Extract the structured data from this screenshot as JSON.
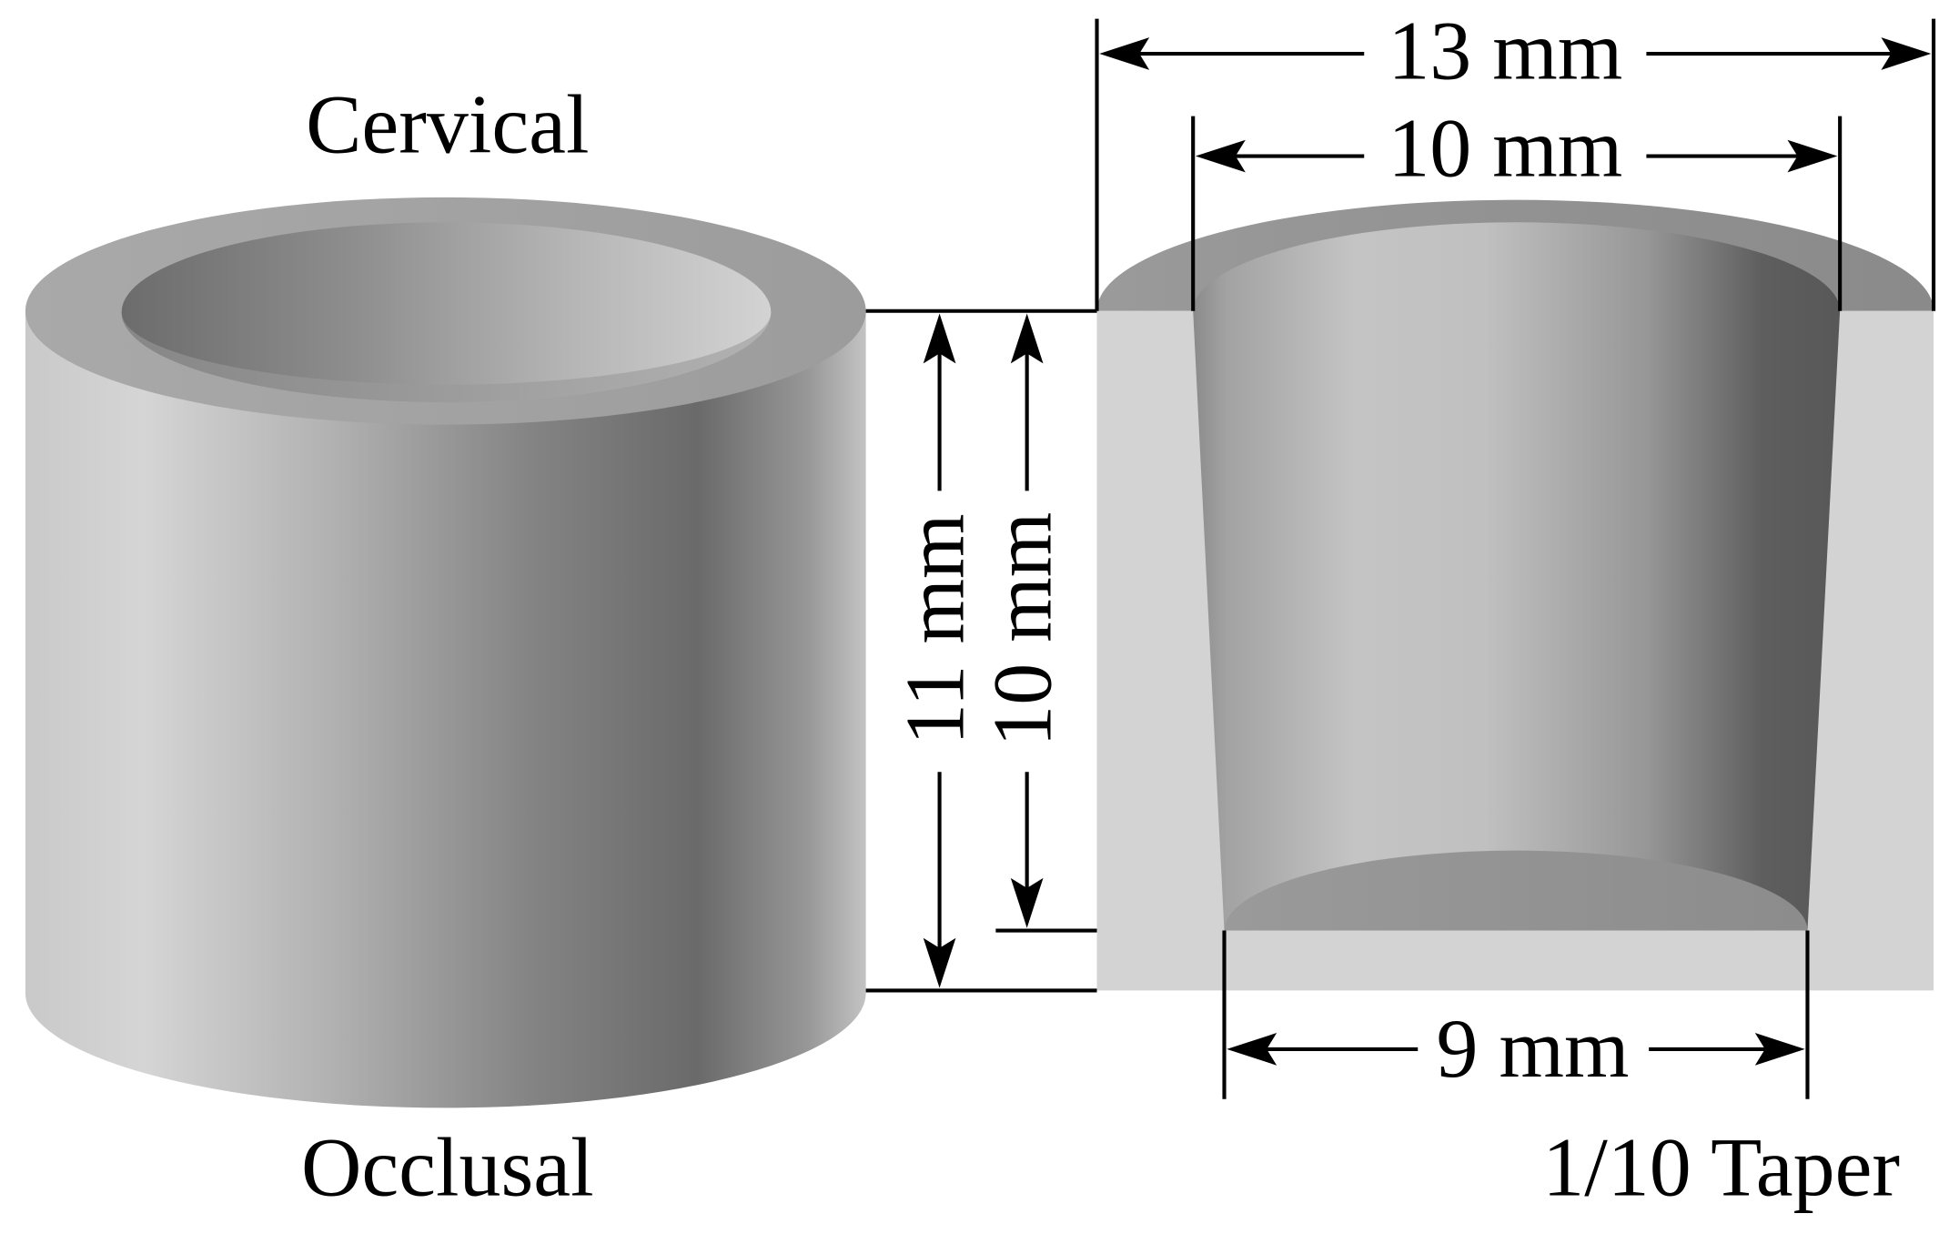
{
  "labels": {
    "cervical": "Cervical",
    "occlusal": "Occlusal",
    "taper": "1/10 Taper"
  },
  "dimensions": {
    "outer_width": "13 mm",
    "top_opening_width": "10 mm",
    "bottom_opening_width": "9 mm",
    "total_height": "11 mm",
    "cavity_depth": "10 mm"
  }
}
